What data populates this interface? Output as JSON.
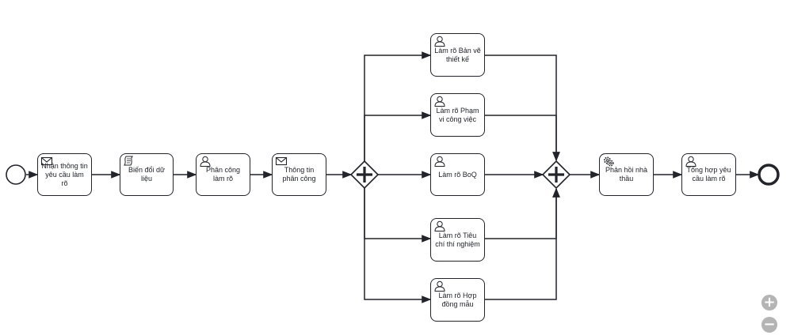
{
  "tasks": {
    "receive": "Nhận thông tin yêu cầu làm rõ",
    "transform": "Biến đổi dữ liệu",
    "assign": "Phân công làm rõ",
    "assign_info": "Thông tin phân công",
    "drawings": "Làm rõ Bản vẽ thiết kế",
    "scope": "Làm rõ Phạm vi công việc",
    "boq": "Làm rõ BoQ",
    "criteria": "Làm rõ Tiêu chí thí nghiệm",
    "contract": "Làm rõ Hợp đồng mẫu",
    "feedback": "Phản hồi nhà thầu",
    "summary": "Tổng hợp yêu cầu làm rõ"
  },
  "task_types": {
    "receive": "envelope-icon",
    "transform": "script-icon",
    "assign": "user-icon",
    "assign_info": "envelope-icon",
    "drawings": "user-icon",
    "scope": "user-icon",
    "boq": "user-icon",
    "criteria": "user-icon",
    "contract": "user-icon",
    "feedback": "gear-icon",
    "summary": "user-icon"
  },
  "zoom": {
    "in": "+",
    "out": "−"
  },
  "colors": {
    "stroke": "#22242a",
    "zoom_button": "#b4b4b4"
  }
}
